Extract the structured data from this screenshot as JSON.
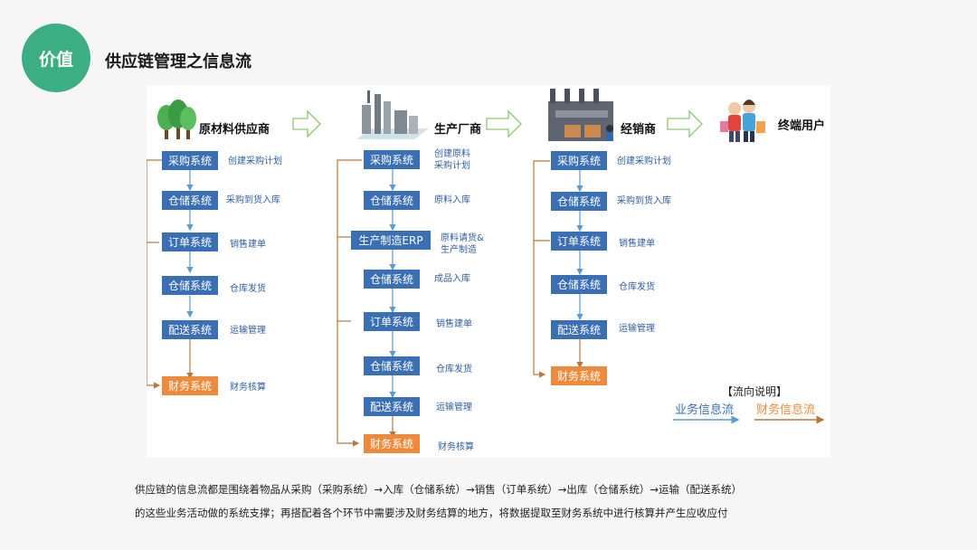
{
  "header": {
    "badge": "价值",
    "title": "供应链管理之信息流"
  },
  "stages": [
    {
      "label": "原材料供应商",
      "icon": "trees-icon"
    },
    {
      "label": "生产厂商",
      "icon": "factory-icon"
    },
    {
      "label": "经销商",
      "icon": "warehouse-icon"
    },
    {
      "label": "终端用户",
      "icon": "consumers-icon"
    }
  ],
  "columns": {
    "supplier": [
      {
        "system": "采购系统",
        "note": "创建采购计划",
        "type": "blue"
      },
      {
        "system": "仓储系统",
        "note": "采购到货入库",
        "type": "blue"
      },
      {
        "system": "订单系统",
        "note": "销售建单",
        "type": "blue"
      },
      {
        "system": "仓储系统",
        "note": "仓库发货",
        "type": "blue"
      },
      {
        "system": "配送系统",
        "note": "运输管理",
        "type": "blue"
      },
      {
        "system": "财务系统",
        "note": "财务核算",
        "type": "orange"
      }
    ],
    "manufacturer": [
      {
        "system": "采购系统",
        "note": "创建原料\n采购计划",
        "type": "blue"
      },
      {
        "system": "仓储系统",
        "note": "原料入库",
        "type": "blue"
      },
      {
        "system": "生产制造ERP",
        "note": "原料请货&\n生产制造",
        "type": "blue"
      },
      {
        "system": "仓储系统",
        "note": "成品入库",
        "type": "blue"
      },
      {
        "system": "订单系统",
        "note": "销售建单",
        "type": "blue"
      },
      {
        "system": "仓储系统",
        "note": "仓库发货",
        "type": "blue"
      },
      {
        "system": "配送系统",
        "note": "运输管理",
        "type": "blue"
      },
      {
        "system": "财务系统",
        "note": "财务核算",
        "type": "orange"
      }
    ],
    "distributor": [
      {
        "system": "采购系统",
        "note": "创建采购计划",
        "type": "blue"
      },
      {
        "system": "仓储系统",
        "note": "采购到货入库",
        "type": "blue"
      },
      {
        "system": "订单系统",
        "note": "销售建单",
        "type": "blue"
      },
      {
        "system": "仓储系统",
        "note": "仓库发货",
        "type": "blue"
      },
      {
        "system": "配送系统",
        "note": "运输管理",
        "type": "blue"
      },
      {
        "system": "财务系统",
        "note": "",
        "type": "orange"
      }
    ]
  },
  "legend": {
    "title": "【流向说明】",
    "business_flow": "业务信息流",
    "finance_flow": "财务信息流"
  },
  "footer": {
    "line1": "供应链的信息流都是围绕着物品从采购（采购系统）→入库（仓储系统）→销售（订单系统）→出库（仓储系统）→运输（配送系统）",
    "line2": "的这些业务活动做的系统支撑；再搭配着各个环节中需要涉及财务结算的地方，将数据提取至财务系统中进行核算并产生应收应付"
  },
  "colors": {
    "accent": "#3cae84",
    "business": "#3a6fb4",
    "finance": "#ee8a3c"
  }
}
